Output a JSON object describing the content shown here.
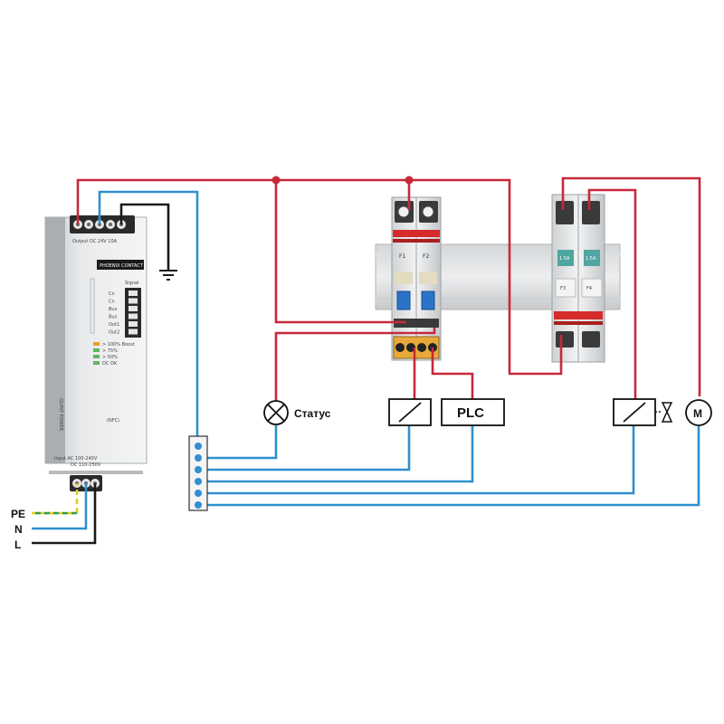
{
  "power_supply": {
    "output_label": "Output DC 24V 10A",
    "logo_text": "PHOENIX CONTACT",
    "signal_title": "Signal",
    "signal_rows": [
      "Cn",
      "Cn",
      "Bus",
      "Bus",
      "Out1",
      "Out2"
    ],
    "leds": [
      {
        "text": "> 100% Boost",
        "color": "#e8a020"
      },
      {
        "text": "> 75%",
        "color": "#5cb85c"
      },
      {
        "text": "> 50%",
        "color": "#5cb85c"
      },
      {
        "text": "DC OK",
        "color": "#5cb85c"
      }
    ],
    "nfc_text": "(NFC)",
    "brand_vertical": "QUINT POWER",
    "input_label": "Input AC 100-240V",
    "input_sub": "DC 110-250V"
  },
  "mains_labels": {
    "pe": "PE",
    "n": "N",
    "l": "L"
  },
  "breakers_left": {
    "labels": [
      "F1",
      "F2"
    ]
  },
  "breakers_right": {
    "labels": [
      "F3",
      "F4"
    ],
    "ratings": [
      "1.5A",
      "1.5A"
    ]
  },
  "loads": {
    "lamp_label": "Статус",
    "plc_label": "PLC",
    "motor_label": "M"
  },
  "colors": {
    "positive_wire": "#c8283a",
    "negative_wire": "#2f8fd0",
    "ground_wire": "#1a1a1a",
    "pe_wire": "#e0d020"
  }
}
